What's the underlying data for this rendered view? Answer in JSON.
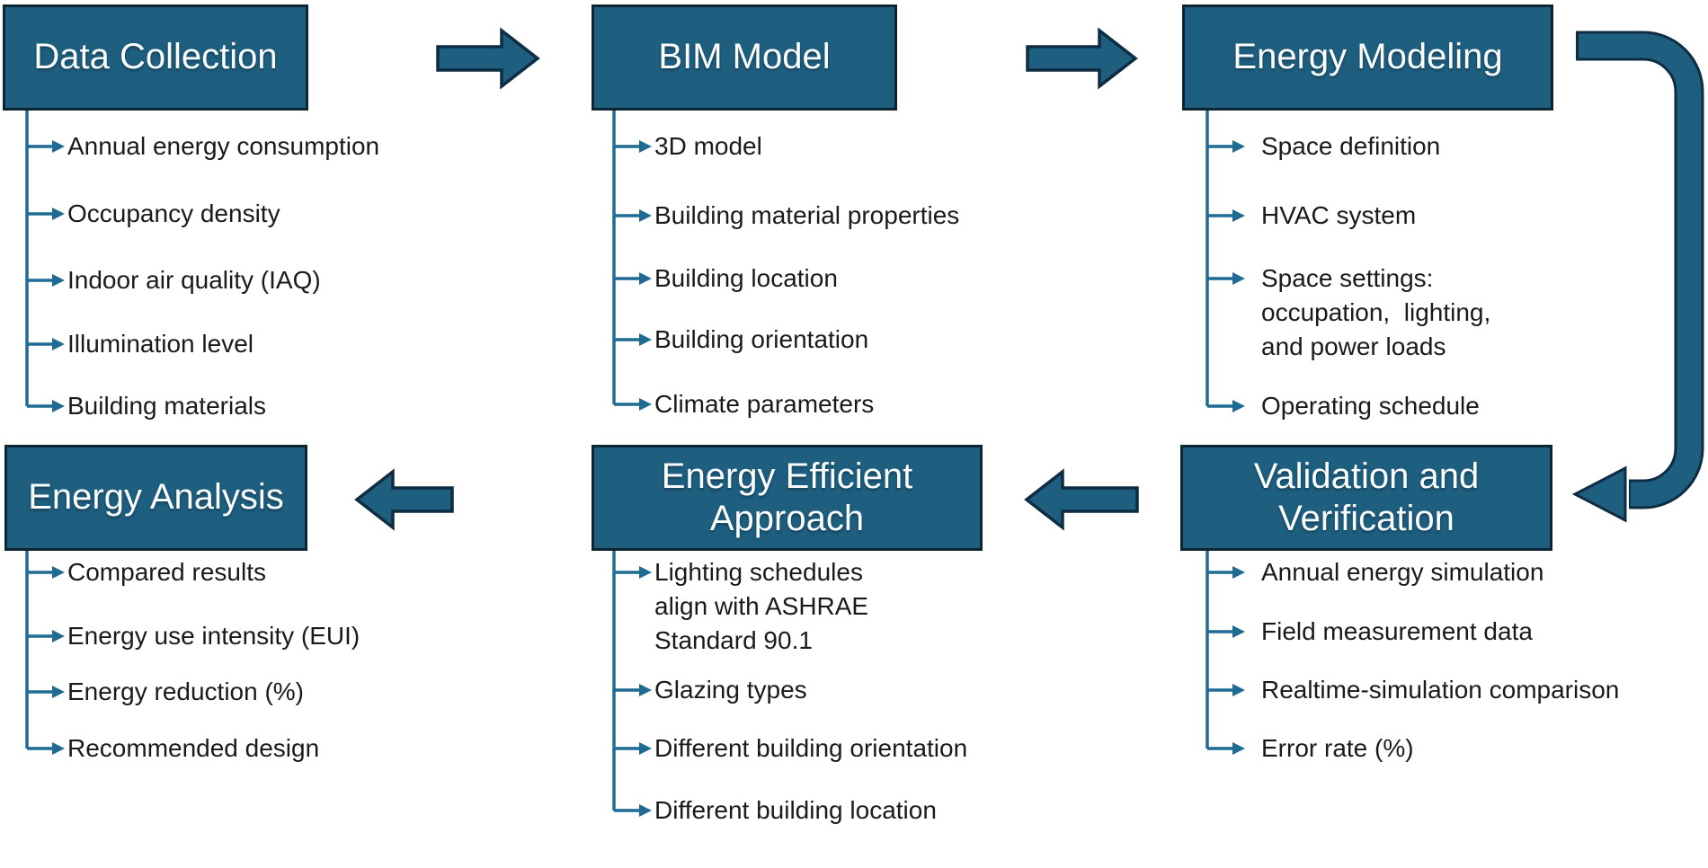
{
  "diagram": {
    "colors": {
      "box_fill": "#1E5F80",
      "box_border": "#0D2433",
      "connector_line": "#1F6B94",
      "block_arrow_fill": "#1E5F80",
      "block_arrow_border": "#0E2C42",
      "title_text": "#FAFCFD",
      "item_text": "#1A1A1A",
      "background": "#FFFFFF"
    },
    "boxes": [
      {
        "id": "data-collection",
        "title": "Data Collection",
        "items": [
          {
            "text": "Annual energy consumption"
          },
          {
            "text": "Occupancy density"
          },
          {
            "text": "Indoor air quality (IAQ)"
          },
          {
            "text": "Illumination level"
          },
          {
            "text": "Building materials"
          }
        ]
      },
      {
        "id": "bim-model",
        "title": "BIM Model",
        "items": [
          {
            "text": "3D model"
          },
          {
            "text": "Building material properties"
          },
          {
            "text": "Building location"
          },
          {
            "text": "Building orientation"
          },
          {
            "text": "Climate parameters"
          }
        ]
      },
      {
        "id": "energy-modeling",
        "title": "Energy Modeling",
        "items": [
          {
            "text": "Space definition"
          },
          {
            "text": "HVAC system"
          },
          {
            "text": "Space settings:\noccupation,  lighting,\nand power loads"
          },
          {
            "text": "Operating schedule"
          }
        ]
      },
      {
        "id": "validation-verification",
        "title": "Validation and\nVerification",
        "items": [
          {
            "text": "Annual energy simulation"
          },
          {
            "text": "Field measurement data"
          },
          {
            "text": "Realtime-simulation comparison"
          },
          {
            "text": "Error rate (%)"
          }
        ]
      },
      {
        "id": "energy-efficient-approach",
        "title": "Energy Efficient\nApproach",
        "items": [
          {
            "text": "Lighting schedules\nalign with ASHRAE\nStandard 90.1"
          },
          {
            "text": "Glazing types"
          },
          {
            "text": "Different building orientation"
          },
          {
            "text": "Different building location"
          }
        ]
      },
      {
        "id": "energy-analysis",
        "title": "Energy Analysis",
        "items": [
          {
            "text": "Compared results"
          },
          {
            "text": "Energy use intensity (EUI)"
          },
          {
            "text": "Energy reduction (%)"
          },
          {
            "text": "Recommended design"
          }
        ]
      }
    ]
  }
}
